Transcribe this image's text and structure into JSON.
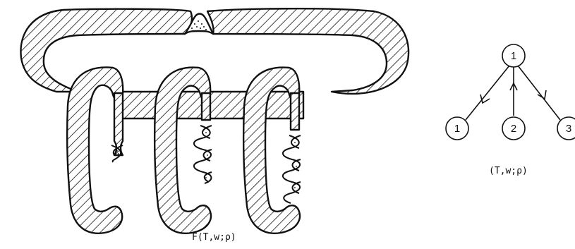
{
  "surface_caption": "F(T,w;ρ)",
  "tree_caption": "(T,w;ρ)",
  "tree": {
    "root": "1",
    "leaves": [
      "1",
      "2",
      "3"
    ],
    "edges": [
      {
        "from": "1",
        "to": "1",
        "arrow": "down"
      },
      {
        "from": "1",
        "to": "2",
        "arrow": "up"
      },
      {
        "from": "1",
        "to": "3",
        "arrow": "down"
      }
    ]
  },
  "colors": {
    "ink": "#111111",
    "background": "#ffffff"
  },
  "hatch": "diagonal-lines"
}
